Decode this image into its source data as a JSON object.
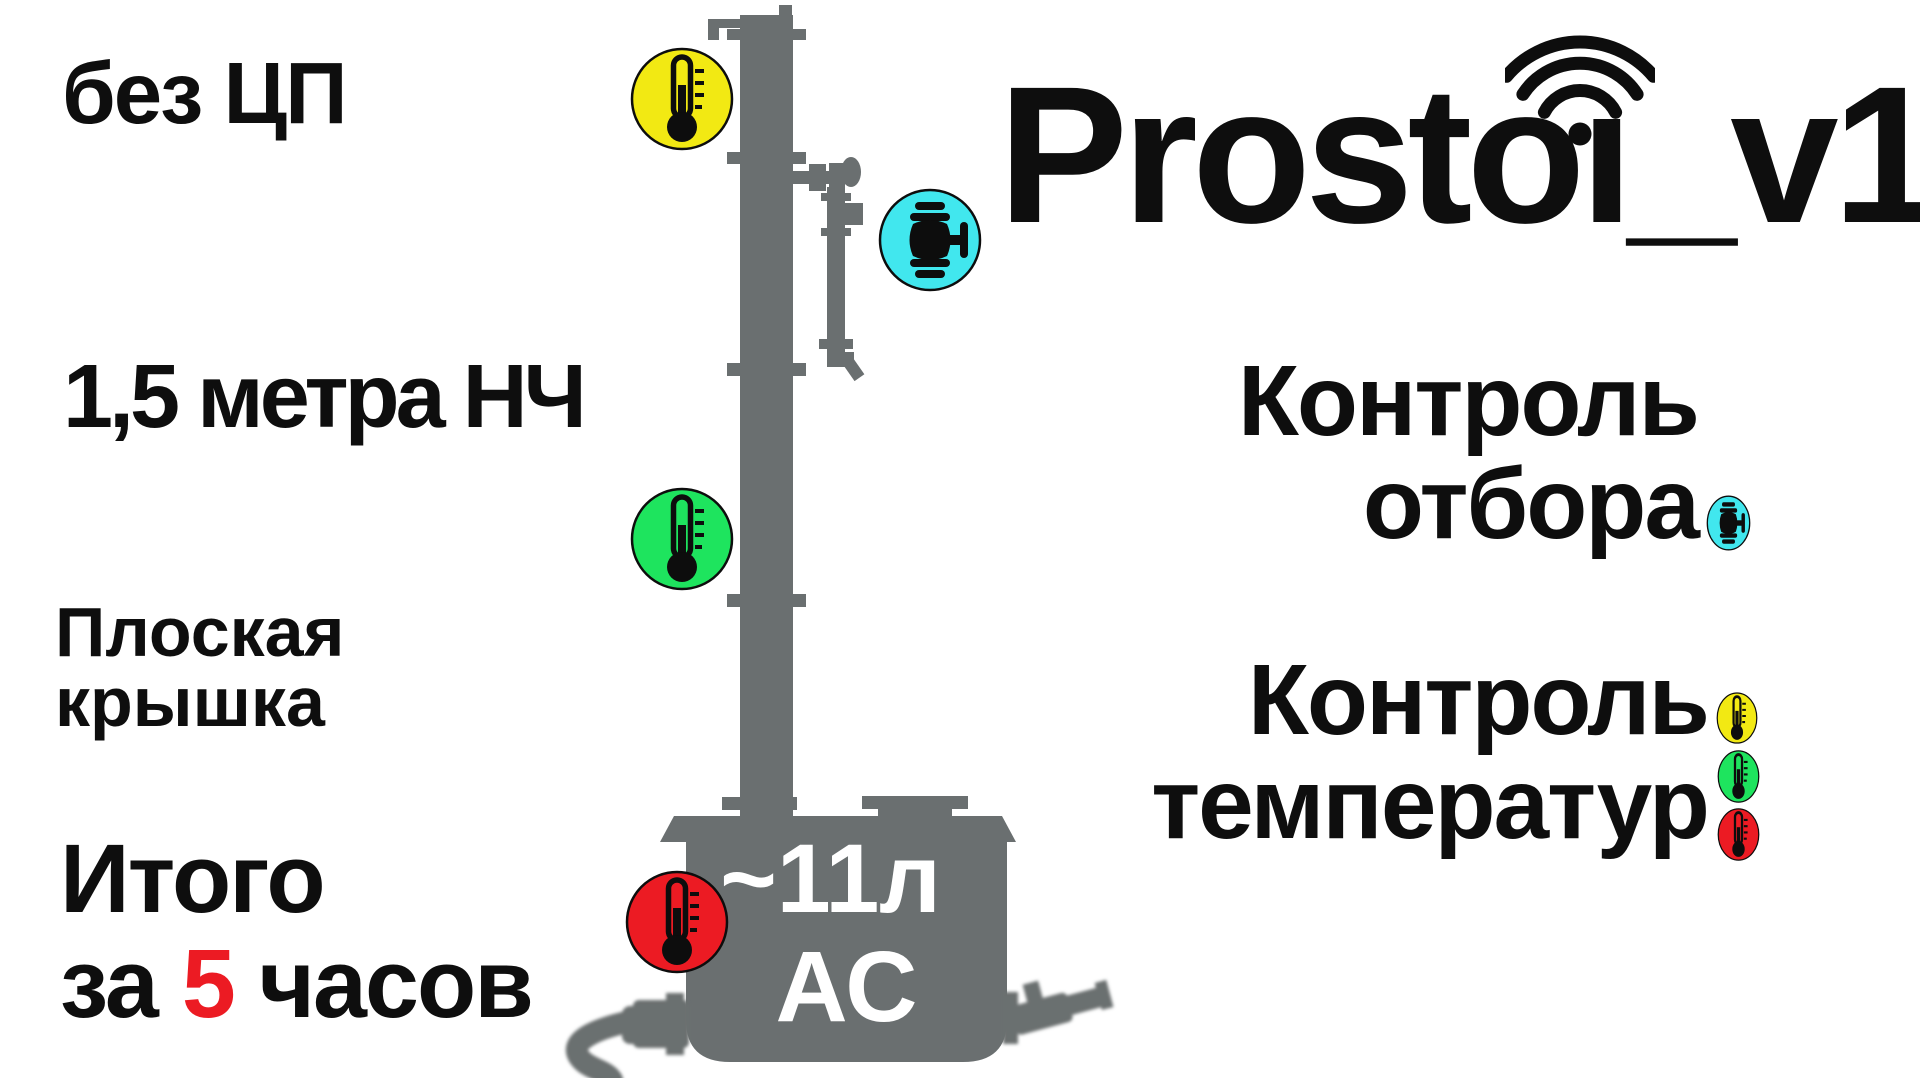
{
  "title": "Prostoi_v1 distillation column infographic",
  "logo": {
    "text": "Prostoi_v1",
    "display": {
      "before_i": "Prosto",
      "i_stem": "ı",
      "after_i": "_v1"
    },
    "wifi_icon": "wifi-arcs"
  },
  "labels": {
    "no_tsp": "без ЦП",
    "column_height": "1,5 метра НЧ",
    "flat_lid_line1": "Плоская",
    "flat_lid_line2": "крышка",
    "total_line1": "Итого",
    "total_line2_prefix": "за ",
    "total_hours_value": "5",
    "total_line2_suffix": " часов"
  },
  "tank": {
    "volume_line1": "~11л",
    "volume_line2": "АС"
  },
  "features": {
    "selection_control": {
      "line1": "Контроль",
      "line2": "отбора",
      "icon": "valve-icon"
    },
    "temperature_control": {
      "line1": "Контроль",
      "line2": "температур",
      "icons": [
        "thermometer-yellow",
        "thermometer-green",
        "thermometer-red"
      ]
    }
  },
  "icons": {
    "top_thermometer": {
      "glyph": "thermometer",
      "shape": "circle",
      "color_key": "yellow"
    },
    "mid_thermometer": {
      "glyph": "thermometer",
      "shape": "circle",
      "color_key": "green"
    },
    "bottom_thermometer": {
      "glyph": "thermometer",
      "shape": "circle",
      "color_key": "red"
    },
    "takeoff_valve": {
      "glyph": "valve",
      "shape": "circle",
      "color_key": "cyan"
    },
    "mini_valve": {
      "glyph": "valve",
      "shape": "ellipse",
      "color_key": "cyan"
    },
    "mini_thermo_yellow": {
      "glyph": "thermometer",
      "shape": "ellipse",
      "color_key": "yellow"
    },
    "mini_thermo_green": {
      "glyph": "thermometer",
      "shape": "ellipse",
      "color_key": "green"
    },
    "mini_thermo_red": {
      "glyph": "thermometer",
      "shape": "ellipse",
      "color_key": "red"
    }
  },
  "colors": {
    "yellow": "#f2e913",
    "green": "#1ee45e",
    "red": "#ec1b23",
    "cyan": "#41e7ee",
    "gray": "#6a6f70",
    "accent_red_text": "#ec1b23",
    "text": "#0e0e0e",
    "tank_text": "#ffffff",
    "background": "#ffffff"
  }
}
